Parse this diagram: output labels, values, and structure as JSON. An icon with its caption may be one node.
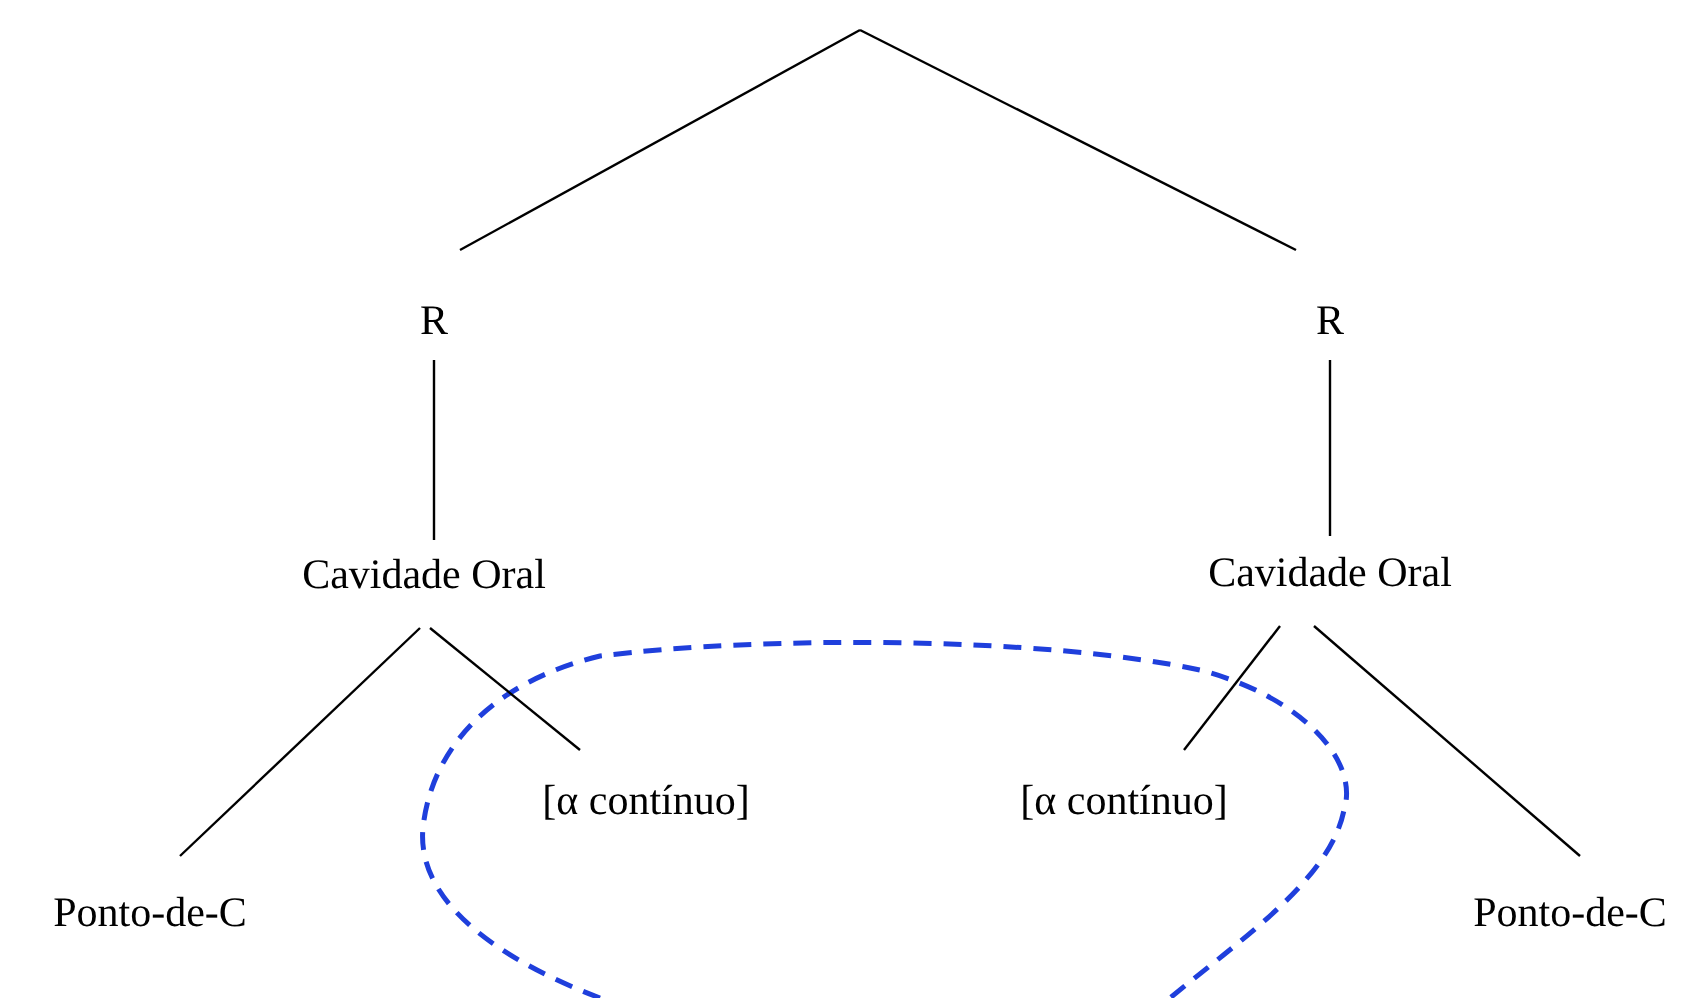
{
  "diagram": {
    "nodes": [
      {
        "text": [
          "R"
        ]
      },
      {
        "text": [
          "R"
        ]
      },
      {
        "text": [
          "Cavidade Oral"
        ]
      },
      {
        "text": [
          "Cavidade Oral"
        ]
      },
      {
        "text": [
          "Ponto-de-C"
        ]
      },
      {
        "text": [
          "[α contínuo]"
        ]
      },
      {
        "text": [
          "[α contínuo]"
        ]
      },
      {
        "text": [
          "Ponto-de-C"
        ]
      }
    ],
    "edges": [
      {
        "from": null,
        "to": 0,
        "arrow": "none"
      },
      {
        "from": null,
        "to": 1,
        "arrow": "none"
      },
      {
        "from": 0,
        "to": 2,
        "arrow": "none"
      },
      {
        "from": 1,
        "to": 3,
        "arrow": "none"
      },
      {
        "from": 2,
        "to": 4,
        "arrow": "none"
      },
      {
        "from": 2,
        "to": 5,
        "arrow": "none"
      },
      {
        "from": 3,
        "to": 6,
        "arrow": "none"
      },
      {
        "from": 3,
        "to": 7,
        "arrow": "none"
      }
    ]
  }
}
